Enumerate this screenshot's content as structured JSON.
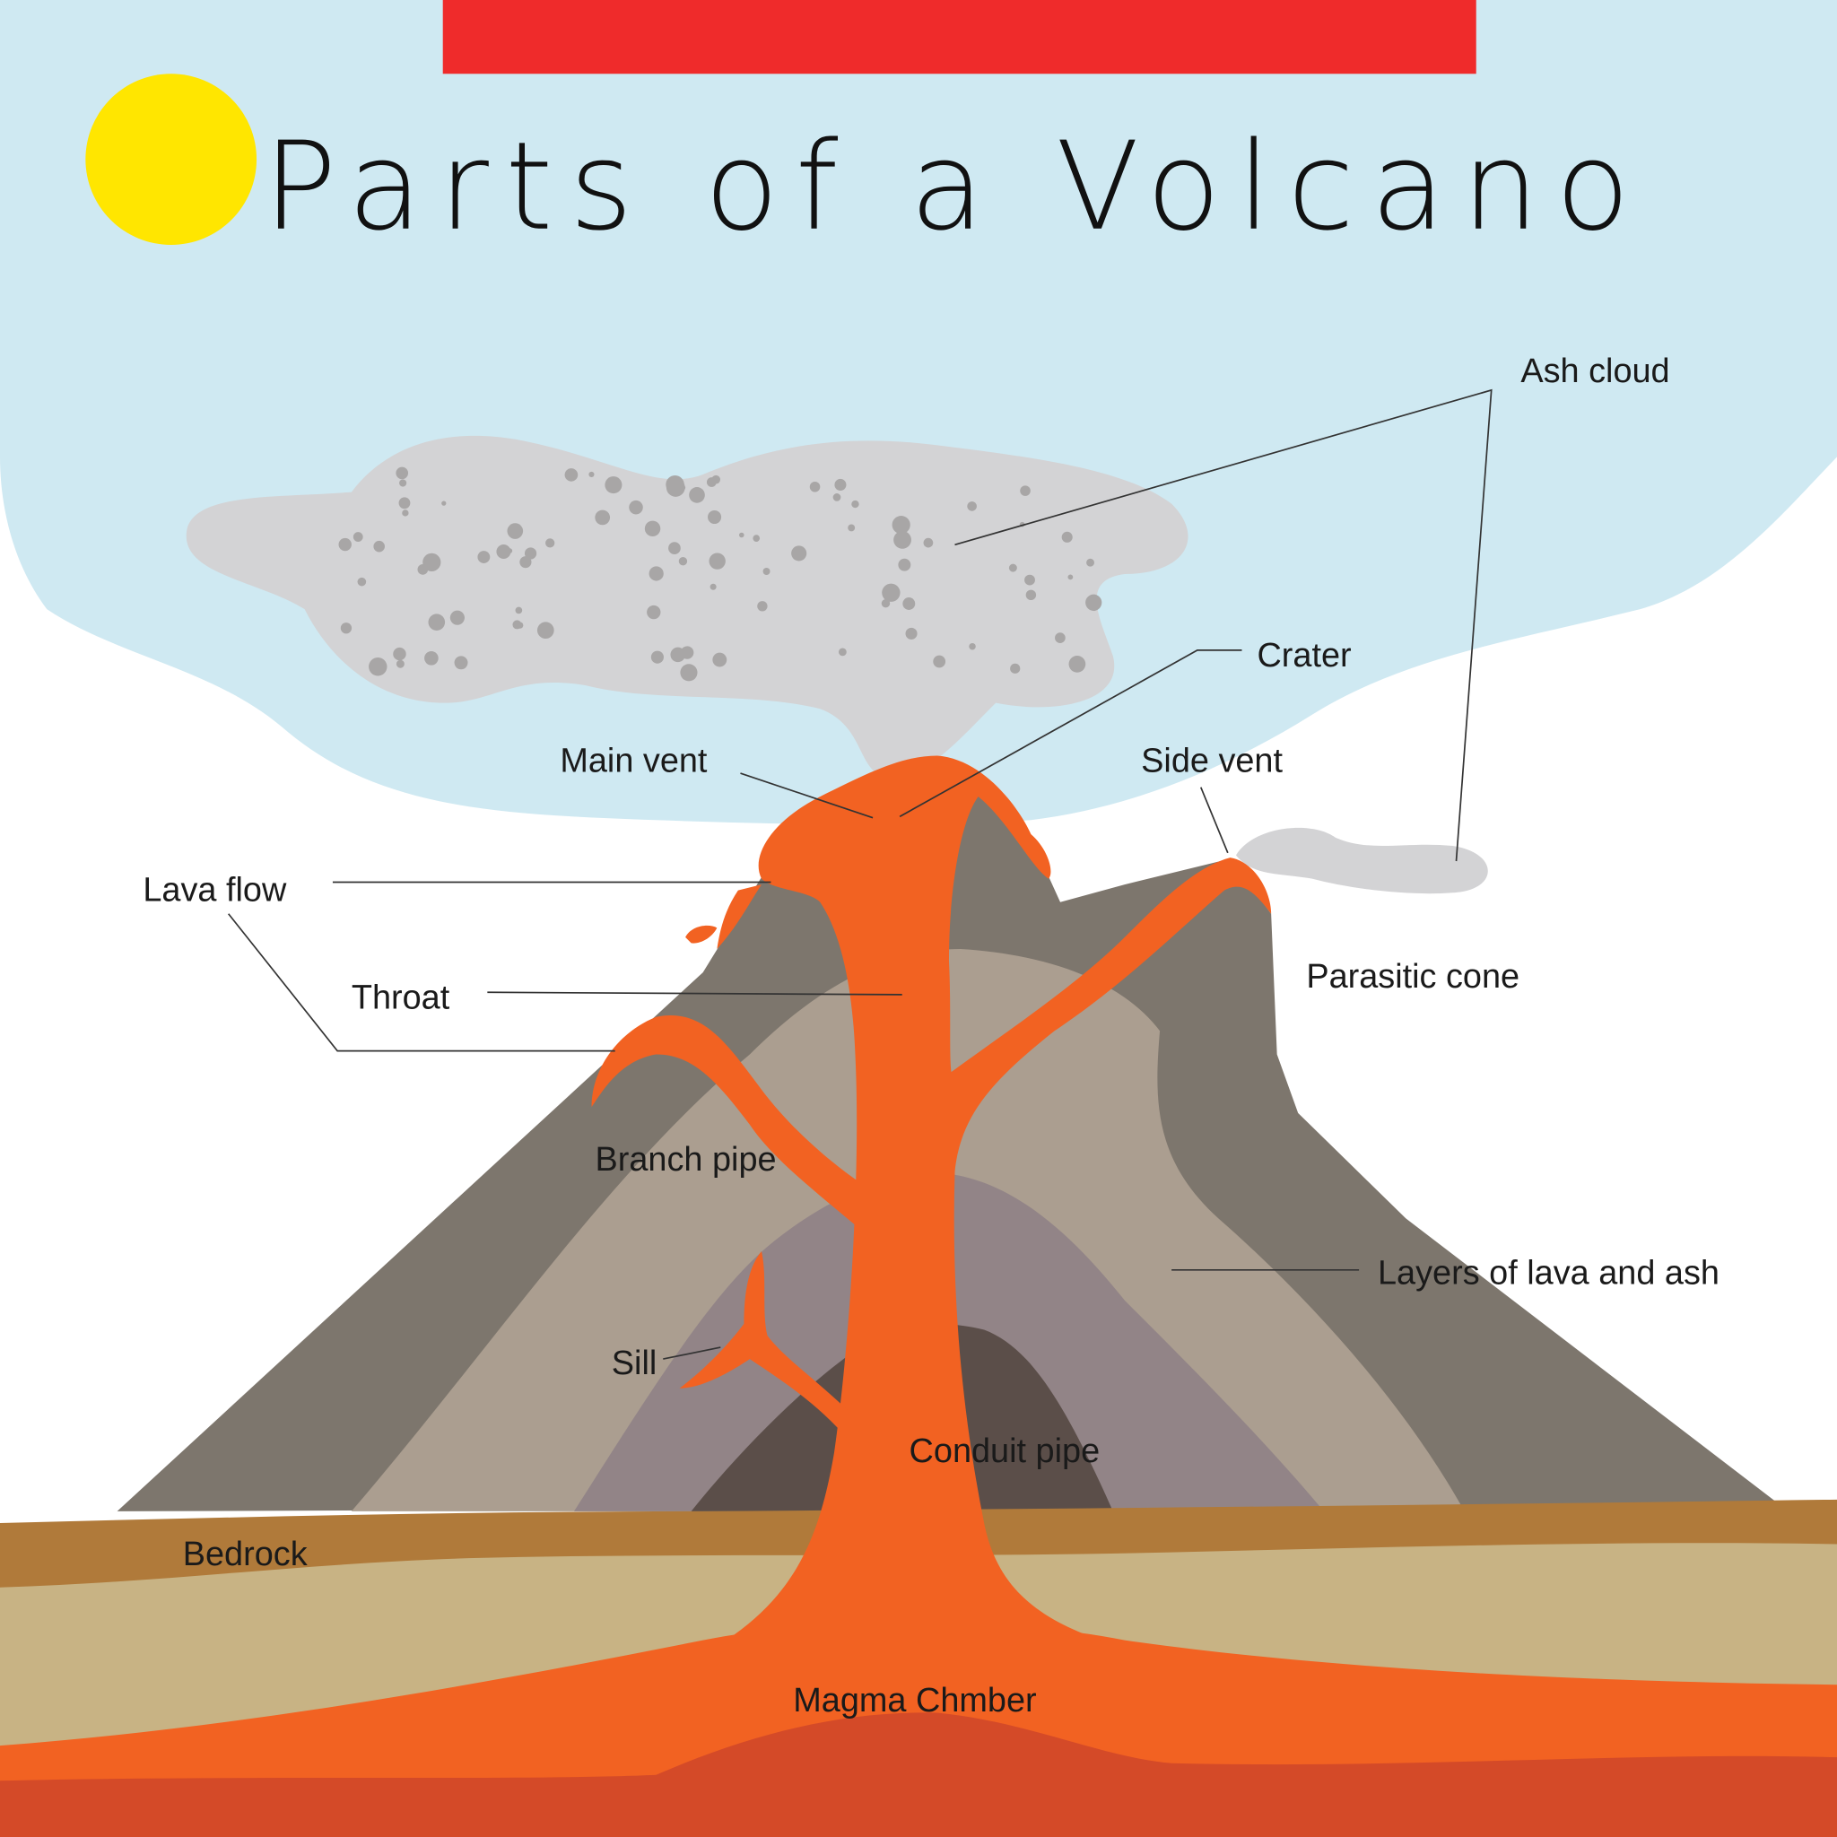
{
  "title": "Parts of a Volcano",
  "labels": {
    "ash_cloud": "Ash cloud",
    "crater": "Crater",
    "main_vent": "Main vent",
    "side_vent": "Side vent",
    "lava_flow": "Lava flow",
    "throat": "Throat",
    "parasitic_cone": "Parasitic cone",
    "branch_pipe": "Branch pipe",
    "layers": "Layers of lava and ash",
    "sill": "Sill",
    "conduit_pipe": "Conduit pipe",
    "bedrock": "Bedrock",
    "magma_chamber": "Magma Chmber"
  },
  "colors": {
    "sky": "#cfe9f2",
    "banner": "#ef2b2b",
    "sun": "#ffe600",
    "ash": "#d3d3d5",
    "rock_outer": "#7d766d",
    "rock_middle": "#ab9e90",
    "rock_inner": "#928487",
    "rock_core": "#5b4e49",
    "bedrock": "#b07a3a",
    "soil": "#c8b384",
    "magma": "#f26222",
    "magma_deep": "#d44a28"
  }
}
